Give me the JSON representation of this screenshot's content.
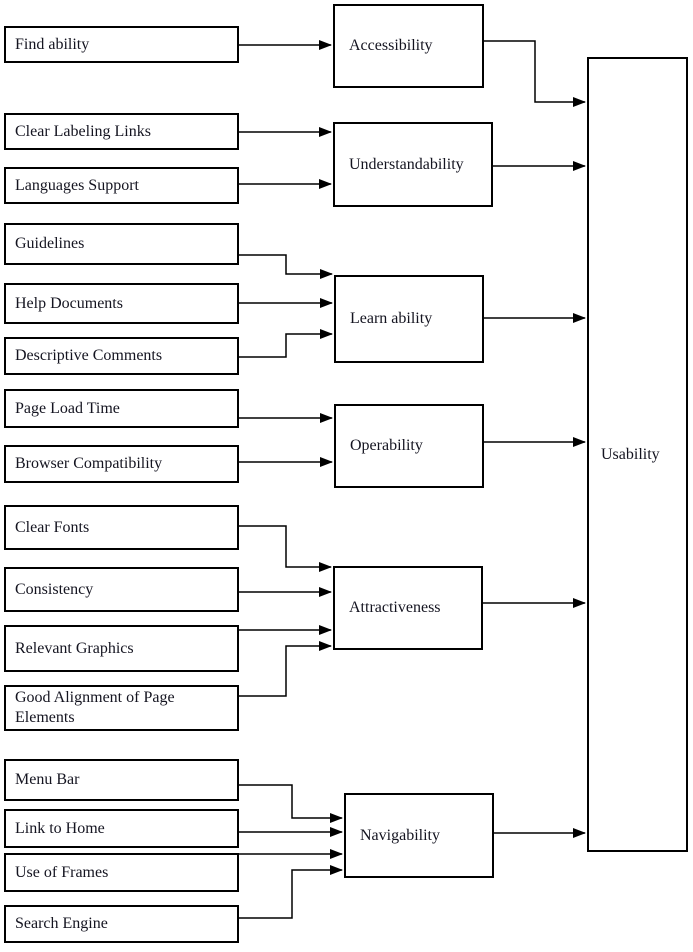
{
  "diagram": {
    "root": {
      "label": "Usability"
    },
    "factors": [
      {
        "id": "accessibility",
        "label": "Accessibility",
        "attributes": [
          {
            "label": "Find ability"
          }
        ]
      },
      {
        "id": "understandability",
        "label": "Understandability",
        "attributes": [
          {
            "label": "Clear Labeling Links"
          },
          {
            "label": "Languages Support"
          }
        ]
      },
      {
        "id": "learn-ability",
        "label": "Learn ability",
        "attributes": [
          {
            "label": "Guidelines"
          },
          {
            "label": "Help Documents"
          },
          {
            "label": "Descriptive Comments"
          }
        ]
      },
      {
        "id": "operability",
        "label": "Operability",
        "attributes": [
          {
            "label": "Page Load Time"
          },
          {
            "label": "Browser Compatibility"
          }
        ]
      },
      {
        "id": "attractiveness",
        "label": "Attractiveness",
        "attributes": [
          {
            "label": "Clear Fonts"
          },
          {
            "label": "Consistency"
          },
          {
            "label": "Relevant Graphics"
          },
          {
            "label": "Good Alignment of Page Elements"
          }
        ]
      },
      {
        "id": "navigability",
        "label": "Navigability",
        "attributes": [
          {
            "label": "Menu Bar"
          },
          {
            "label": "Link to Home"
          },
          {
            "label": "Use of Frames"
          },
          {
            "label": "Search Engine"
          }
        ]
      }
    ],
    "connections": [
      {
        "from": "Find ability",
        "to": "Accessibility"
      },
      {
        "from": "Clear Labeling Links",
        "to": "Understandability"
      },
      {
        "from": "Languages Support",
        "to": "Understandability"
      },
      {
        "from": "Guidelines",
        "to": "Learn ability"
      },
      {
        "from": "Help Documents",
        "to": "Learn ability"
      },
      {
        "from": "Descriptive Comments",
        "to": "Learn ability"
      },
      {
        "from": "Page Load Time",
        "to": "Operability"
      },
      {
        "from": "Browser Compatibility",
        "to": "Operability"
      },
      {
        "from": "Clear Fonts",
        "to": "Attractiveness"
      },
      {
        "from": "Consistency",
        "to": "Attractiveness"
      },
      {
        "from": "Relevant Graphics",
        "to": "Attractiveness"
      },
      {
        "from": "Good Alignment of Page Elements",
        "to": "Attractiveness"
      },
      {
        "from": "Menu Bar",
        "to": "Navigability"
      },
      {
        "from": "Link to Home",
        "to": "Navigability"
      },
      {
        "from": "Use of Frames",
        "to": "Navigability"
      },
      {
        "from": "Search Engine",
        "to": "Navigability"
      },
      {
        "from": "Accessibility",
        "to": "Usability"
      },
      {
        "from": "Understandability",
        "to": "Usability"
      },
      {
        "from": "Learn ability",
        "to": "Usability"
      },
      {
        "from": "Operability",
        "to": "Usability"
      },
      {
        "from": "Attractiveness",
        "to": "Usability"
      },
      {
        "from": "Navigability",
        "to": "Usability"
      }
    ],
    "colors": {
      "line": "#000000",
      "border": "#000000",
      "text": "#141420",
      "background": "#ffffff"
    }
  }
}
